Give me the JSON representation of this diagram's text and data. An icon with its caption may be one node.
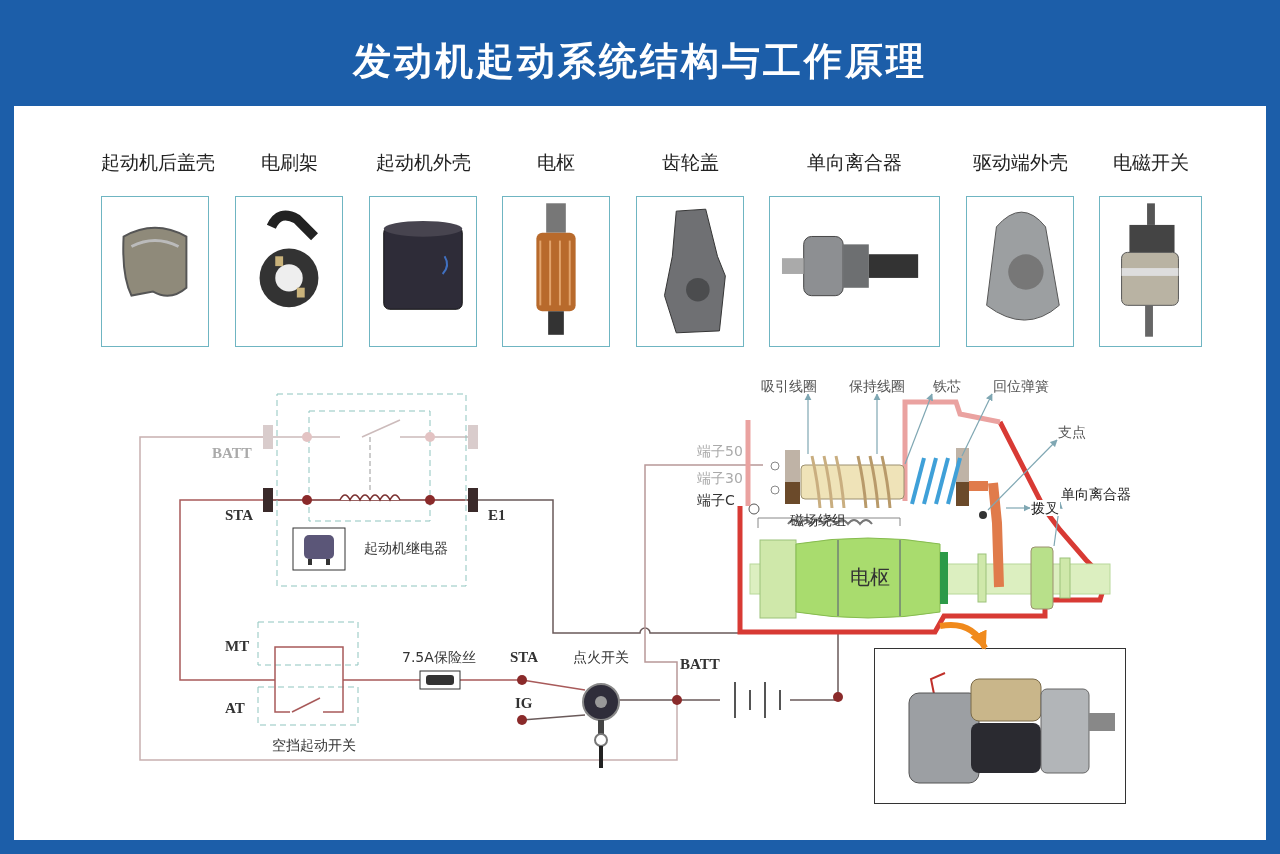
{
  "diagram": {
    "title": "发动机起动系统结构与工作原理",
    "nodes": [
      {
        "text": [
          "起动机后盖壳"
        ]
      },
      {
        "text": [
          "电刷架"
        ]
      },
      {
        "text": [
          "起动机外壳"
        ]
      },
      {
        "text": [
          "电枢"
        ]
      },
      {
        "text": [
          "齿轮盖"
        ]
      },
      {
        "text": [
          "单向离合器"
        ]
      },
      {
        "text": [
          "驱动端外壳"
        ]
      },
      {
        "text": [
          "电磁开关"
        ]
      },
      {
        "text": [],
        "shape": "picture"
      },
      {
        "text": [],
        "shape": "coil",
        "in": 8
      },
      {
        "text": [],
        "shape": "coil",
        "in": 8
      },
      {
        "text": [],
        "shape": "cylinder",
        "in": 8
      },
      {
        "text": [],
        "shape": "spring",
        "in": 8
      },
      {
        "text": [],
        "shape": "circle",
        "in": 8
      },
      {
        "text": [],
        "shape": "bar",
        "in": 8
      },
      {
        "text": [],
        "shape": "cylinder",
        "in": 8
      },
      {
        "text": [
          "吸引线圈"
        ]
      },
      {
        "text": [
          "保持线圈"
        ]
      },
      {
        "text": [
          "铁芯"
        ]
      },
      {
        "text": [
          "回位弹簧"
        ]
      },
      {
        "text": [
          "支点"
        ],
        "in": 8
      },
      {
        "text": [
          "拨叉"
        ],
        "in": 8
      },
      {
        "text": [
          "单向离合器"
        ],
        "in": 8
      },
      {
        "text": [],
        "shape": "picture"
      }
    ],
    "edges": [
      {
        "from": 9,
        "to": 16,
        "arrow": "to"
      },
      {
        "from": 10,
        "to": 17,
        "arrow": "to"
      },
      {
        "from": 11,
        "to": 18,
        "arrow": "to"
      },
      {
        "from": 12,
        "to": 19,
        "arrow": "to"
      },
      {
        "from": 13,
        "to": 20,
        "arrow": "to"
      },
      {
        "from": 14,
        "to": 21,
        "arrow": "to"
      },
      {
        "from": 15,
        "to": 22,
        "arrow": "to"
      },
      {
        "from": 8,
        "to": 23,
        "arrow": "to",
        "style": "thick",
        "color": "#f08a1c"
      }
    ],
    "labels": [
      "BATT",
      "端子50",
      "端子30",
      "端子C",
      "STA",
      "E1",
      "磁场绕组",
      "起动机继电器",
      "电枢",
      "MT",
      "7.5A保险丝",
      "STA",
      "点火开关",
      "BATT",
      "IG",
      "AT",
      "空挡起动开关"
    ]
  }
}
